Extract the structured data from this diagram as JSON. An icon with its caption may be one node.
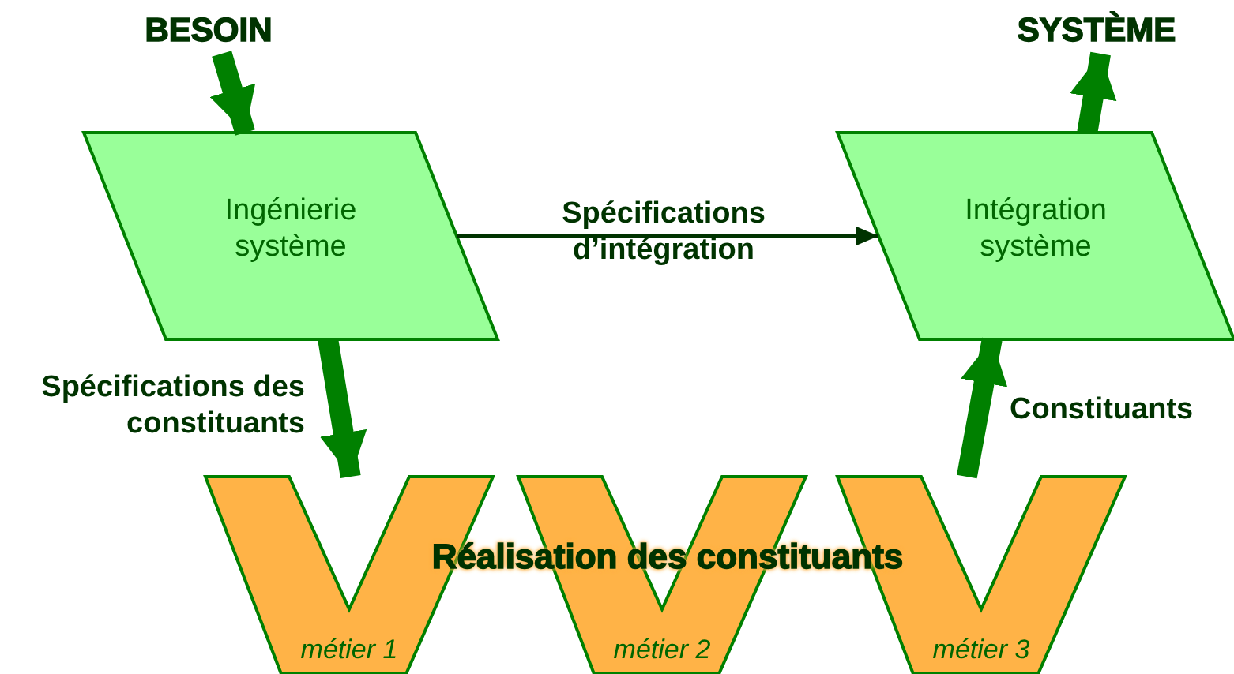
{
  "diagram": {
    "nodes": [
      {
        "text": [
          "BESOIN"
        ]
      },
      {
        "text": [
          "Ingénierie système"
        ]
      },
      {
        "text": [
          "Intégration système"
        ]
      },
      {
        "text": [
          "SYSTÈME"
        ]
      },
      {
        "text": [
          "métier 1"
        ]
      },
      {
        "text": [
          "métier 2"
        ]
      },
      {
        "text": [
          "métier 3"
        ]
      }
    ],
    "edges": [
      {
        "from": 0,
        "to": 1,
        "arrow": "to"
      },
      {
        "from": 1,
        "to": 2,
        "arrow": "to",
        "label": "Spécifications d’intégration",
        "color": "#003300"
      },
      {
        "from": 1,
        "to": 4,
        "arrow": "to",
        "label": "Spécifications des constituants"
      },
      {
        "from": 6,
        "to": 2,
        "arrow": "to",
        "label": "Constituants"
      },
      {
        "from": 2,
        "to": 3,
        "arrow": "to"
      }
    ],
    "labels": [
      "Réalisation des constituants"
    ]
  }
}
